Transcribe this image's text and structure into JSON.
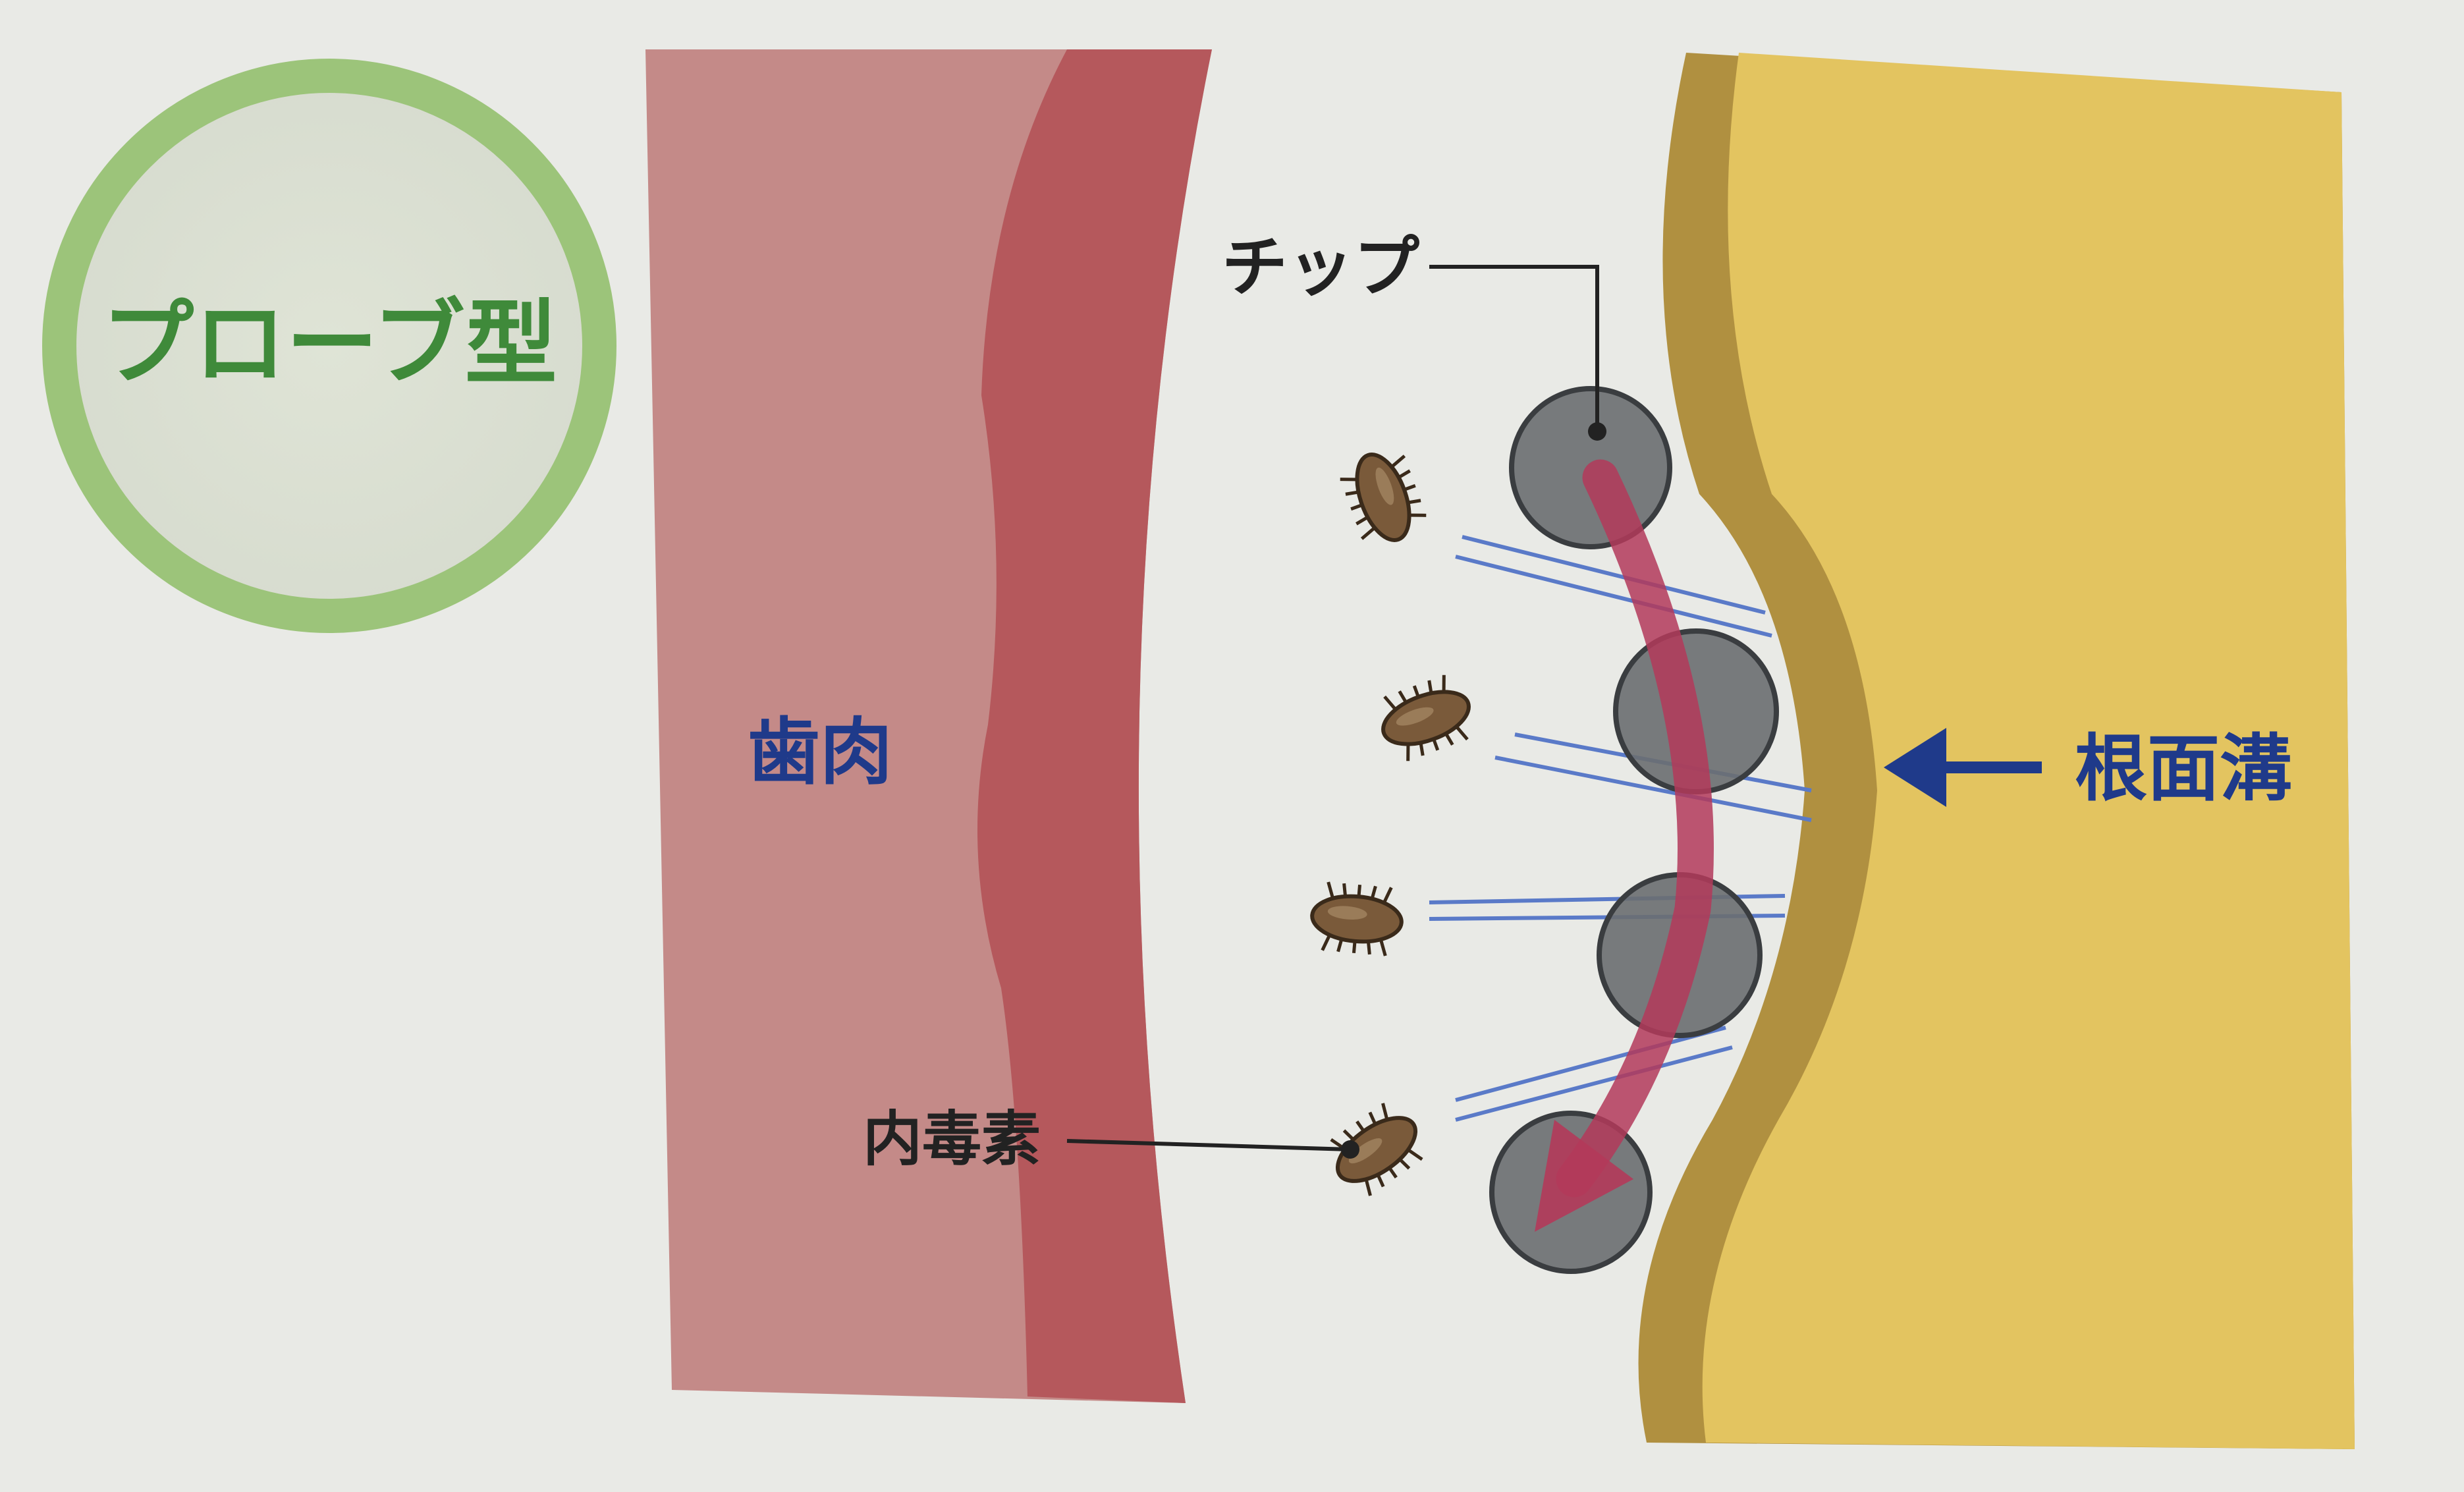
{
  "badge": {
    "label": "プローブ型",
    "ring_color": "#9cc47a",
    "text_color": "#3f8a3a"
  },
  "labels": {
    "gum": "歯肉",
    "root_groove": "根面溝",
    "tip": "チップ",
    "endotoxin": "内毒素"
  },
  "colors": {
    "gum_outer": "#c48a88",
    "gum_inner": "#b5585c",
    "root_dark": "#b09040",
    "root_main": "#e3c460",
    "tip_fill": "#6a6e70",
    "tip_stroke": "#3a3d40",
    "path_arrow": "#b33a5a",
    "pointer_arrow": "#1f3a8a",
    "vibration_lines": "#5a7ac8",
    "bacteria": "#7a5a3a",
    "label_blue": "#1f3a8a",
    "label_dark": "#222222"
  },
  "icons": {
    "tip": "circle-tip-icon",
    "bacterium": "bacterium-icon",
    "arrow": "arrow-left-icon"
  },
  "tips_count_visual": 4,
  "bacteria_count_visual": 4
}
